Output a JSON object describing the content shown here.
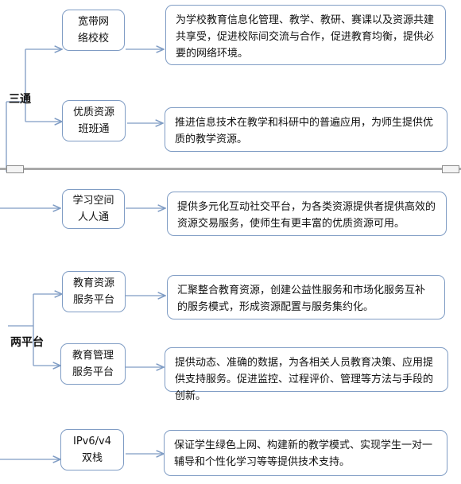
{
  "groups": {
    "santong": "三通",
    "liangpingtai": "两平台"
  },
  "items": [
    {
      "name": "宽带网\n络校校",
      "desc": "为学校教育信息化管理、教学、教研、赛课以及资源共建共享受，促进校际间交流与合作，促进教育均衡，提供必要的网络环境。"
    },
    {
      "name": "优质资源\n班班通",
      "desc": "推进信息技术在教学和科研中的普遍应用，为师生提供优质的教学资源。"
    },
    {
      "name": "学习空间\n人人通",
      "desc": "提供多元化互动社交平台，为各类资源提供者提供高效的资源交易服务，使师生有更丰富的优质资源可用。"
    },
    {
      "name": "教育资源\n服务平台",
      "desc": "汇聚整合教育资源，创建公益性服务和市场化服务互补的服务模式，形成资源配置与服务集约化。"
    },
    {
      "name": "教育管理\n服务平台",
      "desc": "提供动态、准确的数据，为各相关人员教育决策、应用提供支持服务。促进监控、过程评价、管理等方法与手段的创新。"
    },
    {
      "name": "IPv6/v4\n双栈",
      "desc": "保证学生绿色上网、构建新的教学模式、实现学生一对一辅导和个性化学习等等提供技术支持。"
    }
  ],
  "colors": {
    "border": "#7f9cc4",
    "connector": "#7f9cc4",
    "divider": "#a9a9a9"
  }
}
